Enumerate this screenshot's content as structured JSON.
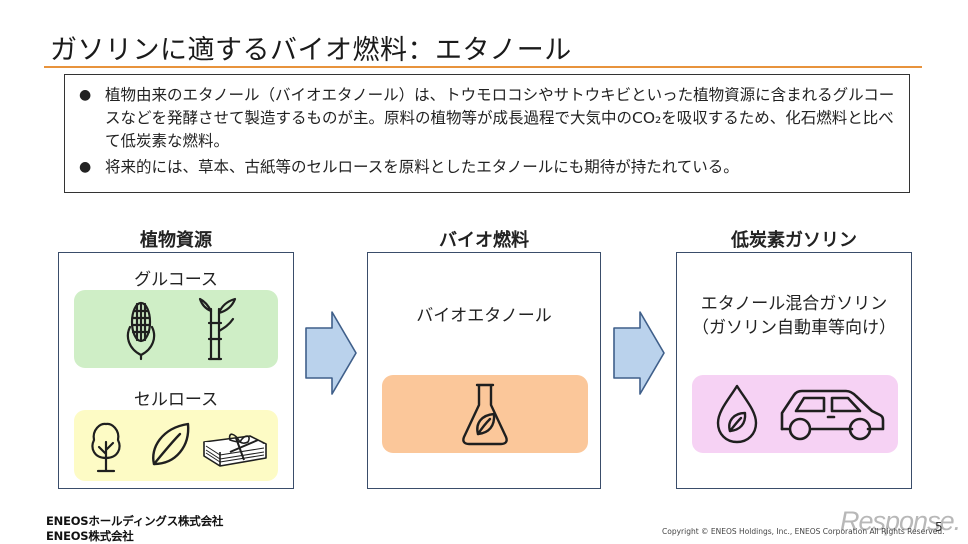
{
  "title": "ガソリンに適するバイオ燃料：エタノール",
  "bullets": [
    "植物由来のエタノール（バイオエタノール）は、トウモロコシやサトウキビといった植物資源に含まれるグルコースなどを発酵させて製造するものが主。原料の植物等が成長過程で大気中のCO₂を吸収するため、化石燃料と比べて低炭素な燃料。",
    "将来的には、草本、古紙等のセルロースを原料としたエタノールにも期待が持たれている。"
  ],
  "bullet_mark": "●",
  "columns": {
    "plant": {
      "heading": "植物資源",
      "glucose_label": "グルコース",
      "cellulose_label": "セルロース",
      "glucose_icons": [
        "corn-icon",
        "sugarcane-icon"
      ],
      "cellulose_icons": [
        "tree-icon",
        "leaf-icon",
        "paper-bundle-icon"
      ]
    },
    "biofuel": {
      "heading": "バイオ燃料",
      "label": "バイオエタノール",
      "icon": "flask-leaf-icon"
    },
    "gasoline": {
      "heading": "低炭素ガソリン",
      "label_line1": "エタノール混合ガソリン",
      "label_line2": "（ガソリン自動車等向け）",
      "icons": [
        "drop-leaf-icon",
        "car-icon"
      ]
    }
  },
  "colors": {
    "title_rule": "#e8933c",
    "glucose_tile": "#cfeec6",
    "cellulose_tile": "#fdfbc5",
    "biofuel_tile": "#fbc79a",
    "gasoline_tile": "#f6d2f4",
    "arrow_fill": "#bad2ec",
    "arrow_stroke": "#3f5f8a"
  },
  "footer": {
    "logo_holdings": "ENEOSホールディングス株式会社",
    "logo_corp": "ENEOS株式会社",
    "copyright": "Copyright © ENEOS Holdings, Inc., ENEOS Corporation  All Rights Reserved.",
    "page_number": "5",
    "watermark": "Response."
  }
}
